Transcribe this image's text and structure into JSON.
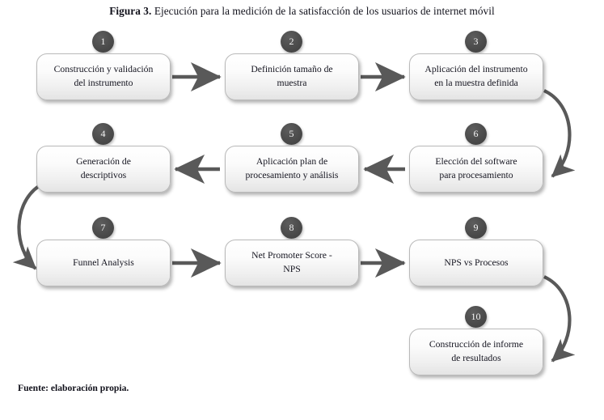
{
  "figure": {
    "label": "Figura 3.",
    "caption": "Ejecución para la medición de la satisfacción de los usuarios de internet móvil",
    "source_note": "Fuente: elaboración propia."
  },
  "colors": {
    "arrow": "#595959",
    "badge_fill": "#4b4b4b",
    "badge_text": "#f4f4f4",
    "node_border": "#b9b9b9",
    "node_fill_top": "#ffffff",
    "node_fill_bottom": "#e4e4e4",
    "text": "#151520",
    "page_background": "#ffffff"
  },
  "diagram": {
    "type": "flowchart",
    "orientation": "boustrophedon-rows",
    "steps": [
      {
        "number": "1",
        "label": "Construcción y validación\ndel instrumento"
      },
      {
        "number": "2",
        "label": "Definición tamaño de\nmuestra"
      },
      {
        "number": "3",
        "label": "Aplicación del instrumento\nen la muestra definida"
      },
      {
        "number": "4",
        "label": "Generación de\ndescriptivos"
      },
      {
        "number": "5",
        "label": "Aplicación plan de\nprocesamiento y análisis"
      },
      {
        "number": "6",
        "label": "Elección del software\npara  procesamiento"
      },
      {
        "number": "7",
        "label": "Funnel Analysis"
      },
      {
        "number": "8",
        "label": "Net Promoter Score -\nNPS"
      },
      {
        "number": "9",
        "label": "NPS vs Procesos"
      },
      {
        "number": "10",
        "label": "Construcción de informe\nde resultados"
      }
    ],
    "connections": [
      {
        "from": "1",
        "to": "2",
        "style": "straight",
        "direction": "right"
      },
      {
        "from": "2",
        "to": "3",
        "style": "straight",
        "direction": "right"
      },
      {
        "from": "3",
        "to": "6",
        "style": "curved",
        "direction": "down-right-loop"
      },
      {
        "from": "6",
        "to": "5",
        "style": "straight",
        "direction": "left"
      },
      {
        "from": "5",
        "to": "4",
        "style": "straight",
        "direction": "left"
      },
      {
        "from": "4",
        "to": "7",
        "style": "curved",
        "direction": "down-left-loop"
      },
      {
        "from": "7",
        "to": "8",
        "style": "straight",
        "direction": "right"
      },
      {
        "from": "8",
        "to": "9",
        "style": "straight",
        "direction": "right"
      },
      {
        "from": "9",
        "to": "10",
        "style": "curved",
        "direction": "down-right-loop"
      }
    ]
  }
}
